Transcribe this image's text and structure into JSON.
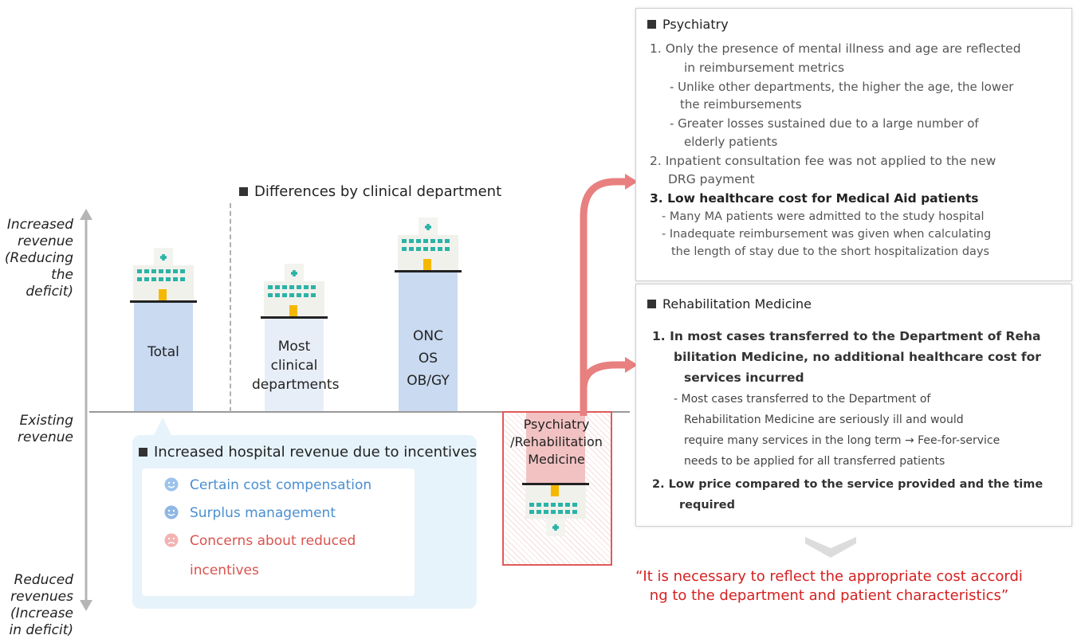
{
  "axis": {
    "top": [
      "Increased",
      "revenue",
      "(Reducing",
      "the deficit)"
    ],
    "middle": [
      "Existing",
      "revenue"
    ],
    "bottom": [
      "Reduced",
      "revenues",
      "(Increase",
      "in deficit)"
    ]
  },
  "differences_heading": "Differences by clinical department",
  "bars": {
    "total": [
      "Total"
    ],
    "most": [
      "Most",
      "clinical",
      "departments"
    ],
    "onc": [
      "ONC",
      "OS",
      "OB/GY"
    ],
    "psych": [
      "Psychiatry",
      "/Rehabilitation",
      "Medicine"
    ]
  },
  "incentives": {
    "title": "Increased hospital revenue due to  incentives",
    "items": [
      {
        "text": "Certain cost compensation",
        "color": "#4a8fd0"
      },
      {
        "text": "Surplus management",
        "color": "#4a8fd0"
      },
      {
        "text": "Concerns about reduced",
        "color": "#d9534f"
      },
      {
        "text": "incentives",
        "color": "#d9534f"
      }
    ]
  },
  "psychiatry_panel": {
    "title": "Psychiatry",
    "lines": [
      "1.  Only the presence of mental illness and age are reflected",
      "in  reimbursement metrics",
      "- Unlike other departments, the higher the age, the lower",
      "the reimbursements",
      "- Greater losses sustained due to a large number of",
      "elderly patients",
      "2.  Inpatient consultation fee was not applied to the new",
      "DRG payment",
      "3. Low healthcare cost for Medical Aid patients",
      "- Many MA patients were admitted to the study hospital",
      "- Inadequate reimbursement  was given when calculating",
      "the length of stay due to the short hospitalization days"
    ]
  },
  "rehab_panel": {
    "title": "Rehabilitation Medicine",
    "lines": [
      "1.  In most cases transferred to the Department of Reha",
      "bilitation Medicine, no additional healthcare  cost for",
      "services incurred",
      "- Most cases transferred to the Department of",
      "Rehabilitation Medicine are seriously ill and would",
      "require many services in the long term  →  Fee-for-service",
      "needs to be applied for all transferred patients",
      "2.  Low price compared to the service provided and the time",
      "required"
    ]
  },
  "conclusion": [
    "“It is necessary to reflect the appropriate cost accordi",
    "ng to the department and patient characteristics”"
  ],
  "colors": {
    "bar_blue": "#c9daf1",
    "bar_red": "#f2c2c2",
    "teal": "#2ab3a6",
    "accent_red": "#e05a5a",
    "conclusion_red": "#d62020"
  }
}
